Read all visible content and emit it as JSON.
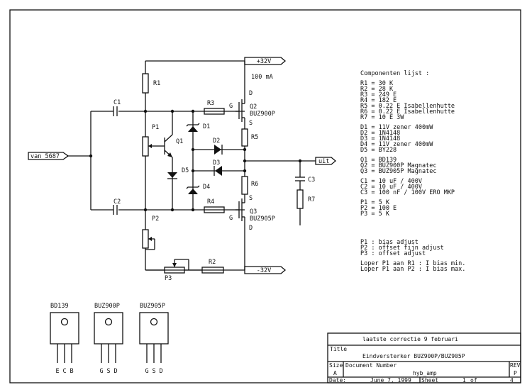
{
  "rails": {
    "positive": "+32V",
    "negative": "-32V",
    "current": "100 mA"
  },
  "ports": {
    "input": "van 5687",
    "output": "uit"
  },
  "refs": {
    "R1": "R1",
    "R2": "R2",
    "R3": "R3",
    "R4": "R4",
    "R5": "R5",
    "R6": "R6",
    "R7": "R7",
    "C1": "C1",
    "C2": "C2",
    "C3": "C3",
    "D1": "D1",
    "D2": "D2",
    "D3": "D3",
    "D4": "D4",
    "D5": "D5",
    "Q1": "Q1",
    "Q2": "Q2",
    "Q3": "Q3",
    "P1": "P1",
    "P2": "P2",
    "P3": "P3"
  },
  "q2": {
    "part": "BUZ900P",
    "g": "G",
    "d": "D",
    "s": "S"
  },
  "q3": {
    "part": "BUZ905P",
    "g": "G",
    "d": "D",
    "s": "S"
  },
  "bom": {
    "title": "Componenten lijst :",
    "resistors": [
      "R1 = 30 K",
      "R2 = 28 K",
      "R3 = 249 E",
      "R4 = 182 E",
      "R5 = 0.22 E Isabellenhutte",
      "R6 = 0.22 E Isabellenhutte",
      "R7 = 10 E 3W"
    ],
    "diodes": [
      "D1 = 11V zener 400mW",
      "D2 = 1N4148",
      "D3 = 1N4148",
      "D4 = 11V zener 400mW",
      "D5 = BY228"
    ],
    "transistors": [
      "Q1 = BD139",
      "Q2 = BUZ900P Magnatec",
      "Q3 = BUZ905P Magnatec"
    ],
    "capacitors": [
      "C1 = 10 uF / 400V",
      "C2 = 10 uF / 400V",
      "C3 = 100 nF / 100V ERO MKP"
    ],
    "pots": [
      "P1 = 5 K",
      "P2 = 100 E",
      "P3 = 5 K"
    ],
    "notes": [
      "P1 : bias adjust",
      "P2 : offset fijn adjust",
      "P3 : offset adjust"
    ],
    "loper": [
      "Loper P1 aan R1 : I bias min.",
      "Loper P1 aan P2 : I bias max."
    ]
  },
  "packages": [
    {
      "name": "BD139",
      "pins": [
        "E",
        "C",
        "B"
      ]
    },
    {
      "name": "BUZ900P",
      "pins": [
        "G",
        "S",
        "D"
      ]
    },
    {
      "name": "BUZ905P",
      "pins": [
        "G",
        "S",
        "D"
      ]
    }
  ],
  "title_block": {
    "correction": "laatste correctie 9 februari",
    "title_label": "Title",
    "title": "Eindversterker BUZ900P/BUZ905P",
    "size_label": "Size",
    "size": "A",
    "docnum_label": "Document Number",
    "docnum": "hyb_amp",
    "rev_label": "REV",
    "rev": "P",
    "date_label": "Date:",
    "date": "June  7, 1999",
    "sheet_label": "Sheet",
    "sheet": "1",
    "of_label": "of",
    "of": "4"
  }
}
